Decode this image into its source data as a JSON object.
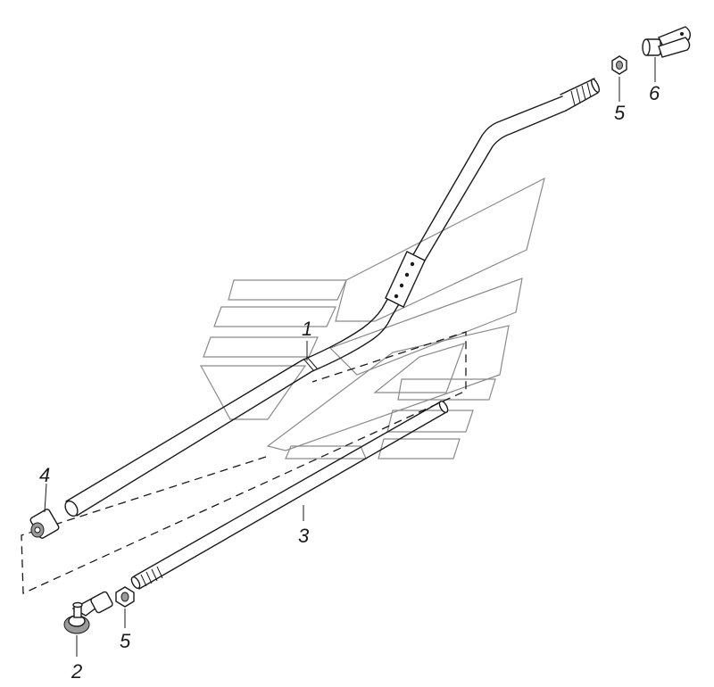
{
  "diagram": {
    "callouts": [
      {
        "id": "rod-bent",
        "label": "1"
      },
      {
        "id": "ball-joint",
        "label": "2"
      },
      {
        "id": "rod-straight",
        "label": "3"
      },
      {
        "id": "bushing",
        "label": "4"
      },
      {
        "id": "nut-top",
        "label": "5"
      },
      {
        "id": "nut-bottom",
        "label": "5"
      },
      {
        "id": "clevis",
        "label": "6"
      }
    ],
    "watermark": {
      "style": "outlined stripes logo",
      "color": "#8a8a8a"
    },
    "line_color": "#1a1a1a"
  }
}
